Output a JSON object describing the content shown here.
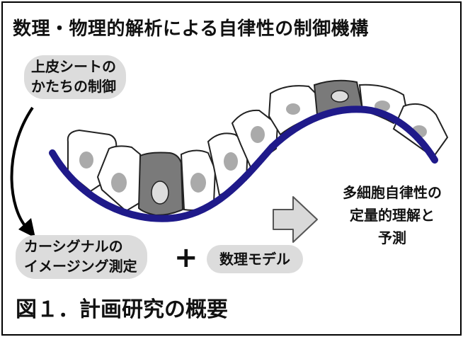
{
  "heading": "数理・物理的解析による自律性の制御機構",
  "label_epithelium": [
    "上皮シートの",
    "かたちの制御"
  ],
  "label_force": [
    "カーシグナルの",
    "イメージング測定"
  ],
  "plus": "+",
  "label_model": "数理モデル",
  "label_result": [
    "多細胞自律性の",
    "定量的理解と",
    "予測"
  ],
  "caption": "図１．計画研究の概要",
  "colors": {
    "curve": "#1f1a8a",
    "cell_fill": "#ffffff",
    "cell_highlight": "#7a7a7a",
    "nucleus": "#aaaaaa",
    "pill": "#dcdcdc",
    "arrow_fill": "#d9d9d9"
  },
  "icons": [
    "curved-arrow-icon",
    "right-arrow-icon"
  ]
}
